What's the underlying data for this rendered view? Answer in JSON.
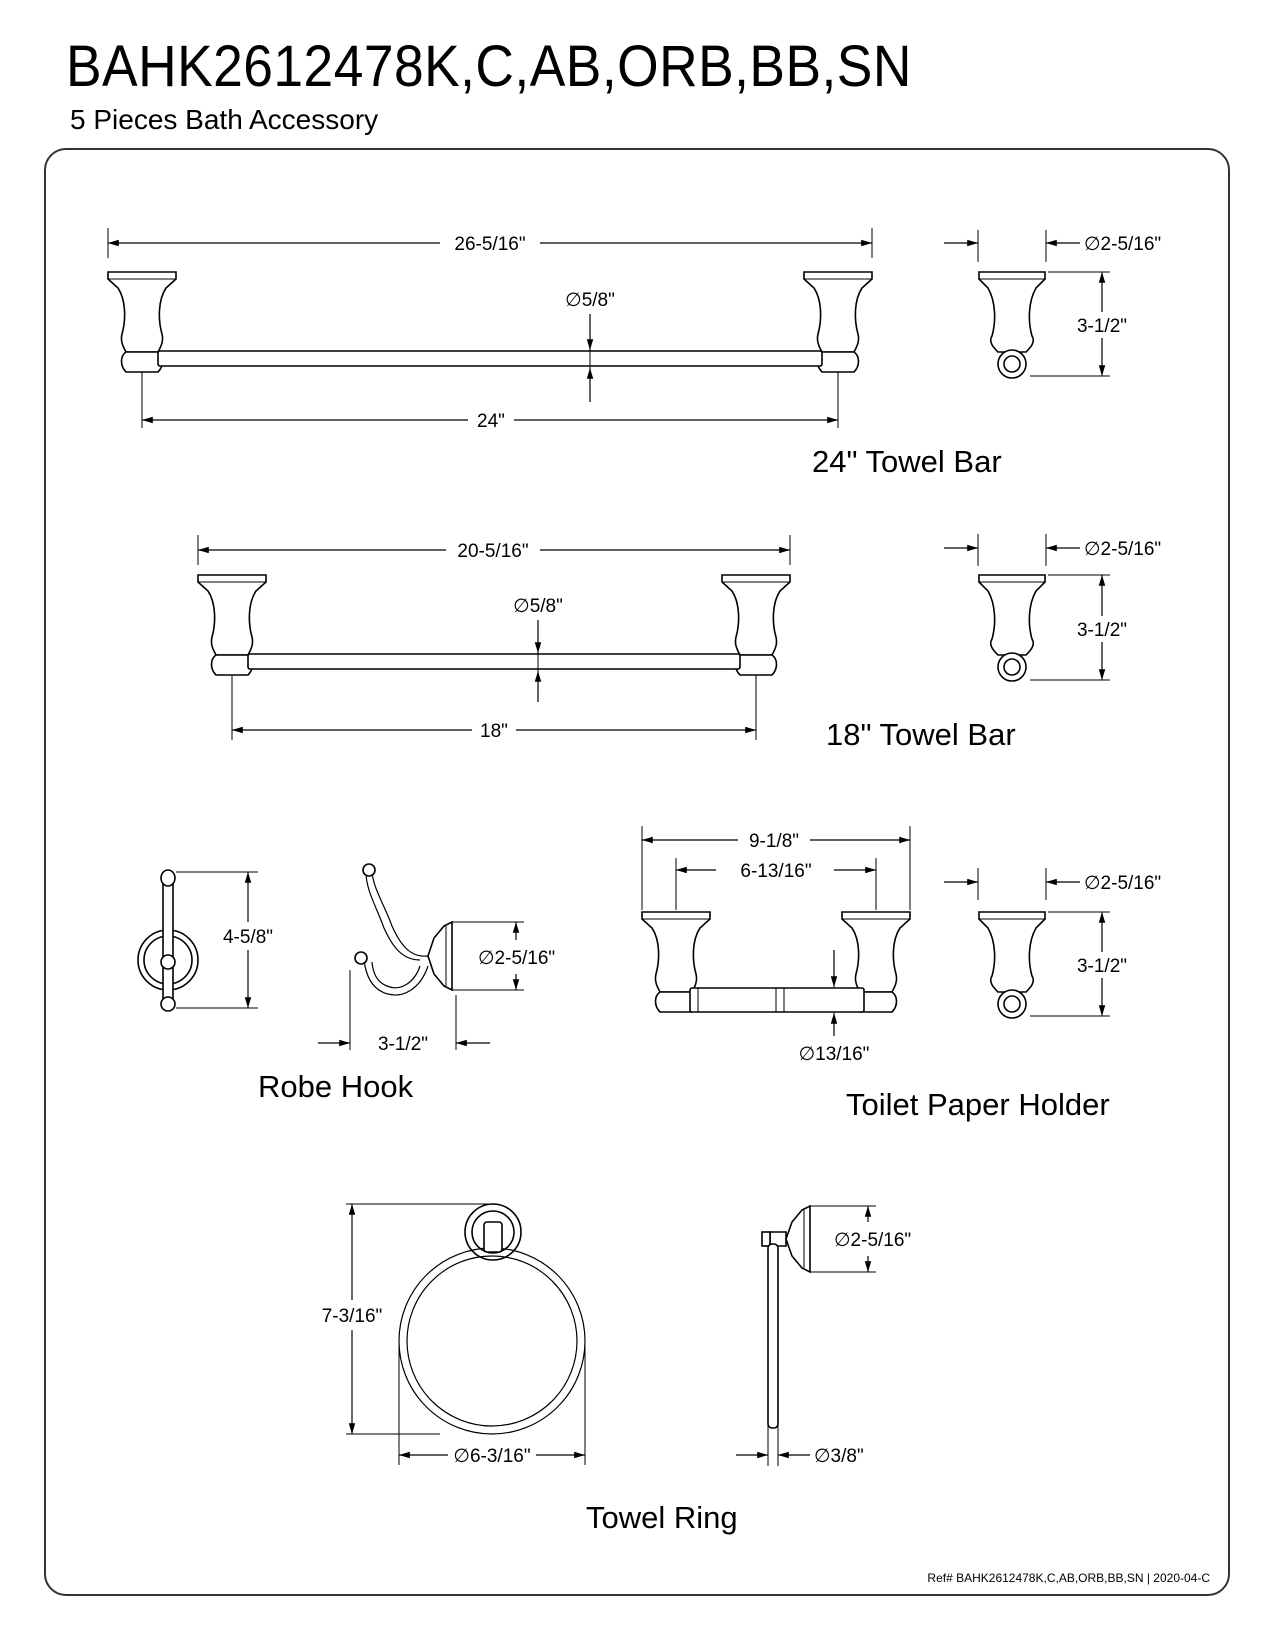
{
  "header": {
    "model": "BAHK2612478K,C,AB,ORB,BB,SN",
    "subtitle": "5 Pieces Bath Accessory"
  },
  "towel_bar_24": {
    "caption": "24\" Towel Bar",
    "overall": "26-5/16\"",
    "bar_diameter": "∅5/8\"",
    "bar_length": "24\"",
    "flange_diameter": "∅2-5/16\"",
    "projection": "3-1/2\""
  },
  "towel_bar_18": {
    "caption": "18\" Towel Bar",
    "overall": "20-5/16\"",
    "bar_diameter": "∅5/8\"",
    "bar_length": "18\"",
    "flange_diameter": "∅2-5/16\"",
    "projection": "3-1/2\""
  },
  "robe_hook": {
    "caption": "Robe Hook",
    "height": "4-5/8\"",
    "flange_diameter": "∅2-5/16\"",
    "projection": "3-1/2\""
  },
  "toilet_paper_holder": {
    "caption": "Toilet Paper Holder",
    "overall": "9-1/8\"",
    "inner": "6-13/16\"",
    "roller_diameter": "∅13/16\"",
    "flange_diameter": "∅2-5/16\"",
    "projection": "3-1/2\""
  },
  "towel_ring": {
    "caption": "Towel Ring",
    "height": "7-3/16\"",
    "ring_diameter": "∅6-3/16\"",
    "flange_diameter": "∅2-5/16\"",
    "rod_diameter": "∅3/8\""
  },
  "footer": {
    "ref": "Ref# BAHK2612478K,C,AB,ORB,BB,SN | 2020-04-C"
  }
}
